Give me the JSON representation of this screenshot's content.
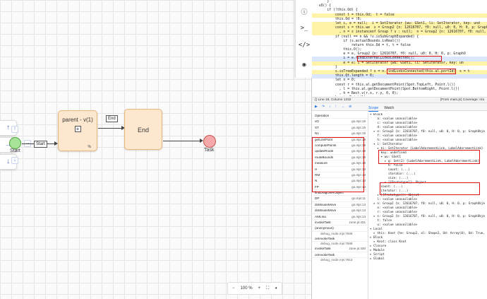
{
  "diagram": {
    "side_tools": [
      "↑",
      "→",
      "↓"
    ],
    "start_label": "Start",
    "edge_start_label": "Start",
    "edge_end_label": "End",
    "subprocess_label": "parent - v(1)",
    "subprocess_plus": "+",
    "subprocess_icon": "%",
    "end_box_label": "End",
    "task_label": "Task",
    "zoom_minus": "−",
    "zoom_value": "100 %",
    "zoom_plus": "+",
    "right_toolbar": [
      "ⓘ",
      ">_",
      "</>",
      "◉"
    ]
  },
  "code": {
    "lines": [
      {
        "text": "      }",
        "hl": ""
      },
      {
        "text": "  vO() {",
        "hl": ""
      },
      {
        "text": "      if (!this.Od) {",
        "hl": ""
      },
      {
        "text": "          const t = this.Od;  t = false",
        "hl": "yellow"
      },
      {
        "text": "          this.Od = !0;",
        "hl": ""
      },
      {
        "text": "          let i, e = null;  i = SetIterator {wu: GSet1, li: SetIterator, key: und",
        "hl": "yellow"
      },
      {
        "text": "          const s = this.we  s = Group2 {n: 12616707, f0: null, u0: 0, H: 0, p: GraphO",
        "hl": "yellow"
      },
      {
        "text": "            , n = s instanceof Group ? s : null;  n = Group2 {n: 12616707, f0: null, u0",
        "hl": "yellow"
      },
      {
        "text": "          if (null == n && !s.isSubGraphExpanded) {",
        "hl": ""
      },
      {
        "text": "              if (s.actualBounds.isReal())",
        "hl": ""
      },
      {
        "text": "                  return this.Od = t, t = false",
        "hl": ""
      },
      {
        "text": "              this.O();",
        "hl": ""
      },
      {
        "text": "              e = e, Group2 {n: 12616707, f0: null, u0: 0, H: 0, p: GraphO",
        "hl": ""
      },
      {
        "text": "              i = e.findExternalLinksConnected();",
        "hl": "blue"
      },
      {
        "text": "              e = e; i = SetIterator {wu: GSet1, li: SetIterator, key: un",
        "hl": "yellow"
      },
      {
        "text": "          }",
        "hl": ""
      },
      {
        "text": "          s.isTreeExpanded ? s = n.findLinksConnected(this.al.portId)  s = t",
        "hl": "yellow"
      },
      {
        "text": "          this.Qt.length = 0;",
        "hl": "blue"
      },
      {
        "text": "          let o = 0;",
        "hl": ""
      },
      {
        "text": "          const r = this.al.getDocumentPoint(Spot.TopLeft, Point.l())",
        "hl": ""
      },
      {
        "text": "            , l = this.al.getDocumentPoint(Spot.BottomRight, Point.l())",
        "hl": ""
      },
      {
        "text": "            , h = Rect.v(r.x, r.y, 0, 0);",
        "hl": ""
      },
      {
        "text": "          h.unionPoint(l),",
        "hl": ""
      },
      {
        "text": "          Point.e(r),",
        "hl": ""
      },
      {
        "text": "          Point.e(l);",
        "hl": ""
      }
    ],
    "status_left": "{}  Line 19, Column 1232",
    "status_right": "(From main.js)   Coverage: n/a"
  },
  "tabs": {
    "scope": "Scope",
    "watch": "Watch"
  },
  "callstack": [
    {
      "name": "Operation",
      "src": "",
      "sub": false
    },
    {
      "name": "vO",
      "src": "go.mjs:19",
      "sub": false
    },
    {
      "name": "ST",
      "src": "go.mjs:19",
      "sub": false
    },
    {
      "name": "N1",
      "src": "go.mjs:18",
      "sub": false
    },
    {
      "name": "getLinkPoint",
      "src": "go.mjs:19",
      "sub": false
    },
    {
      "name": "computePoints",
      "src": "go.mjs:19",
      "sub": false
    },
    {
      "name": "updateRoute",
      "src": "go.mjs:19",
      "sub": false
    },
    {
      "name": "routeBounds",
      "src": "go.mjs:19",
      "sub": false
    },
    {
      "name": "measure",
      "src": "go.mjs:19",
      "sub": false
    },
    {
      "name": "H",
      "src": "go.mjs:13",
      "sub": false
    },
    {
      "name": "RM",
      "src": "go.mjs:13",
      "sub": false
    },
    {
      "name": "N",
      "src": "go.mjs:13",
      "sub": false
    },
    {
      "name": "FP",
      "src": "go.mjs:13",
      "sub": false
    },
    {
      "name": "findDragOverObject",
      "src": "",
      "sub": false
    },
    {
      "name": "DP",
      "src": "go.mjs:11",
      "sub": false
    },
    {
      "name": "doMouseMove",
      "src": "go.mjs:13",
      "sub": false
    },
    {
      "name": "doMouseMove",
      "src": "go.mjs:13",
      "sub": false
    },
    {
      "name": "AMLIna",
      "src": "go.mjs:13",
      "sub": false
    },
    {
      "name": "invokeTask",
      "src": "zone.js:431",
      "sub": false
    },
    {
      "name": "(anonymous)",
      "src": "",
      "sub": false
    },
    {
      "name": "debug_node.mjs:7588",
      "src": "",
      "sub": true
    },
    {
      "name": "onInvokeTask",
      "src": "",
      "sub": false
    },
    {
      "name": "debug_node.mjs:7588",
      "src": "",
      "sub": true
    },
    {
      "name": "invokeTask",
      "src": "zone.js:430",
      "sub": false
    },
    {
      "name": "onInvokeTask",
      "src": "",
      "sub": false
    },
    {
      "name": "debug_node.mjs:7913",
      "src": "",
      "sub": true
    }
  ],
  "scope": [
    "▾ Block",
    "    a: <value unavailable>",
    "    c: <value unavailable>",
    "    d: <value unavailable>",
    "  ▸ e: Group2 {n: 12616707, f0: null, u0: 0, H: 0, p: GraphObje",
    "    f: <value unavailable>",
    "    h: <value unavailable>",
    "  ▾ i: SetIterator",
    "    ▸ $i: SetIterator {LabelAdornmentLink, LabelAdornmentLink}",
    "      key: undefined",
    "      ▾ wu: GSet1",
    "        ▸ g: Set(2) {LabelAdornmentLink, LabelAdornmentLink}",
    "          h: false",
    "          count: (...)",
    "          iterator: (...)",
    "          size: (...)",
    "        ▸ [[Prototype]]: Object",
    "      count: (...)",
    "      iterator: (...)",
    "    ▸ [[Prototype]]: Object",
    "    l: <value unavailable>",
    "  ▸ n: Group2 {n: 12616707, f0: null, u0: 0, H: 0, p: GraphObje",
    "    o: <value unavailable>",
    "    r: <value unavailable>",
    "  ▸ s: Group2 {n: 12616707, f0: null, u0: 0, H: 0, p: GraphObje",
    "    t: false",
    "    u: <value unavailable>",
    "▾ Local",
    "  ▸ this: Knot {he: Group2, al: Shape2, Od: Array(0), Od: True,",
    "▸ Block",
    "  ▸ Knot: class Knot",
    "▸ Closure",
    "▸ Module",
    "▸ Script",
    "▸ Global"
  ],
  "colors": {
    "highlight_red": "#dd1111",
    "task_fill": "#fde8cf",
    "start_fill": "#a8e39a",
    "end_fill": "#f6a9a9"
  }
}
